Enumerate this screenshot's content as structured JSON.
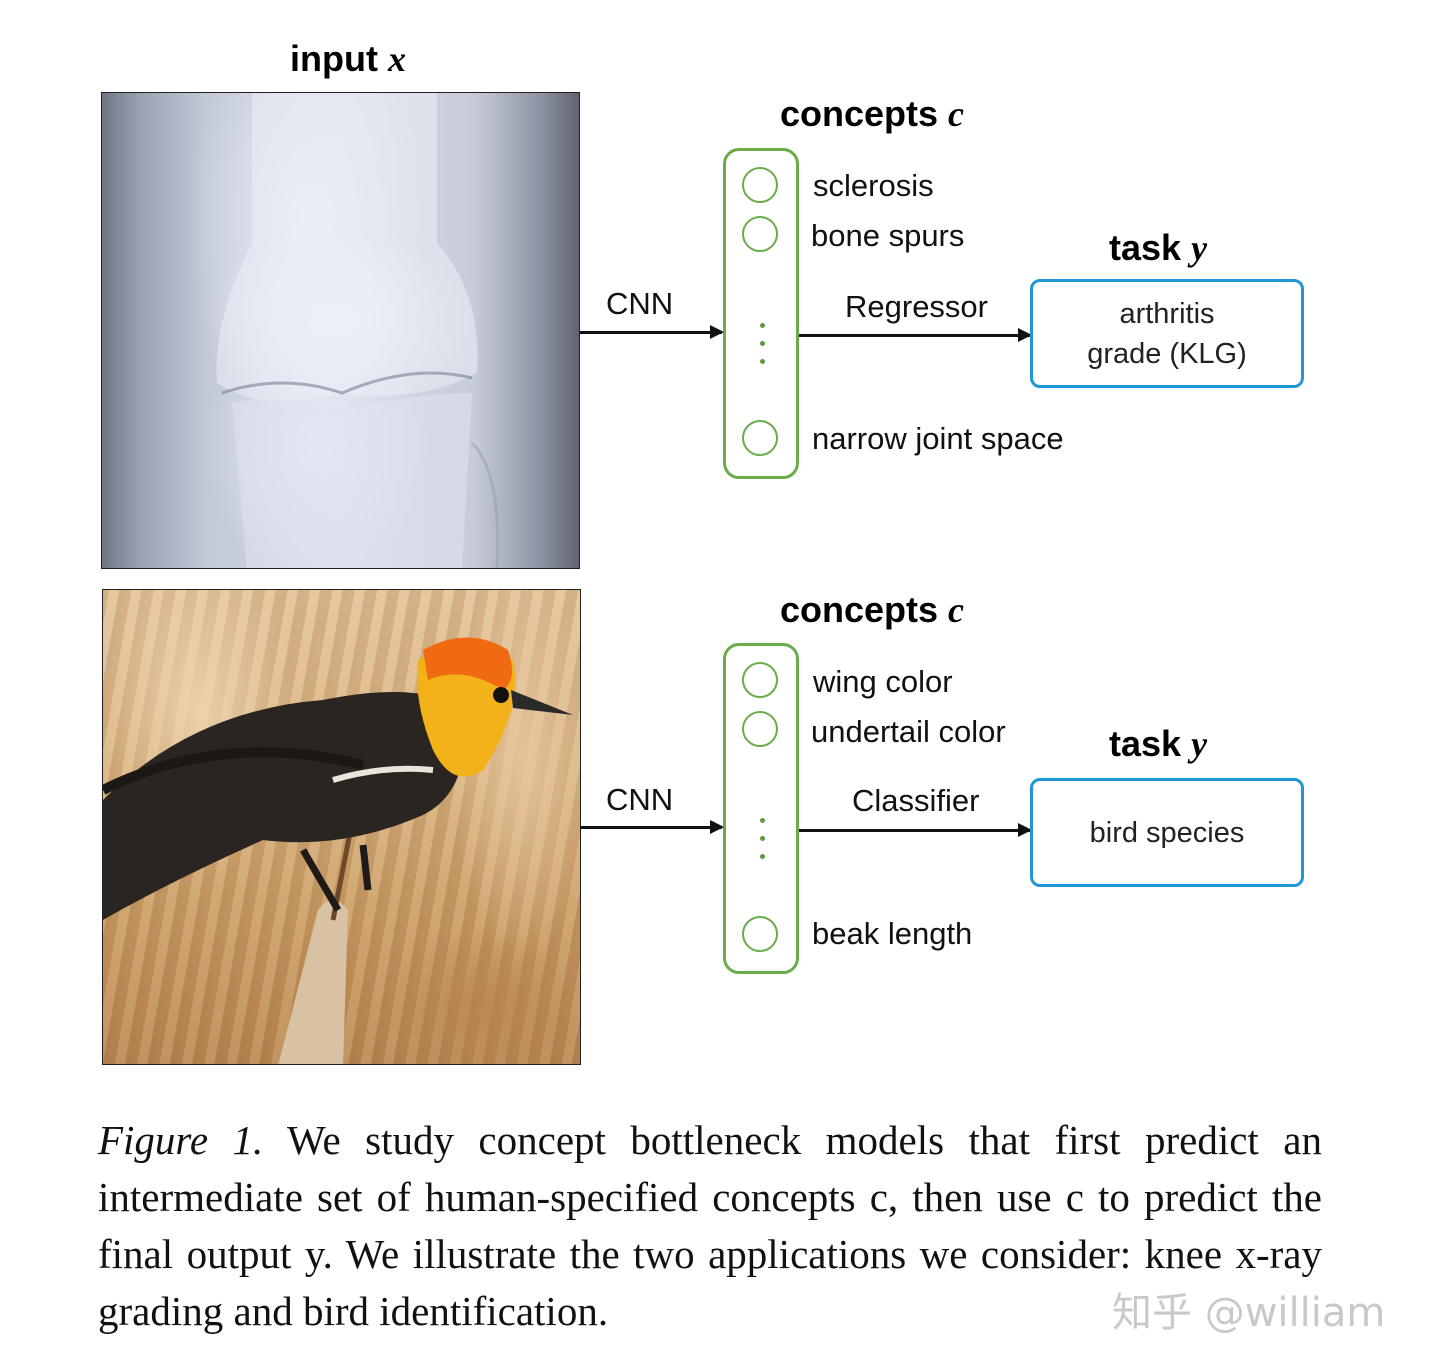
{
  "figure": {
    "input_header": {
      "text": "input ",
      "var": "x"
    },
    "rows": [
      {
        "concepts_header": {
          "text": "concepts ",
          "var": "c"
        },
        "concepts": [
          "sclerosis",
          "bone spurs",
          "narrow joint space"
        ],
        "cnn_label": "CNN",
        "head_label": "Regressor",
        "task_header": {
          "text": "task ",
          "var": "y"
        },
        "task_lines": [
          "arthritis",
          "grade (KLG)"
        ]
      },
      {
        "concepts_header": {
          "text": "concepts ",
          "var": "c"
        },
        "concepts": [
          "wing color",
          "undertail color",
          "beak length"
        ],
        "cnn_label": "CNN",
        "head_label": "Classifier",
        "task_header": {
          "text": "task ",
          "var": "y"
        },
        "task_lines": [
          "bird species"
        ]
      }
    ]
  },
  "caption": {
    "label": "Figure 1.",
    "text": " We study concept bottleneck models that first predict an intermediate set of human-specified concepts c, then use c to predict the final output y. We illustrate the two applications we consider: knee x-ray grading and bird identification."
  },
  "watermark": "知乎 @william",
  "colors": {
    "concept_box": "#6aab4a",
    "task_box": "#1f97d6"
  }
}
